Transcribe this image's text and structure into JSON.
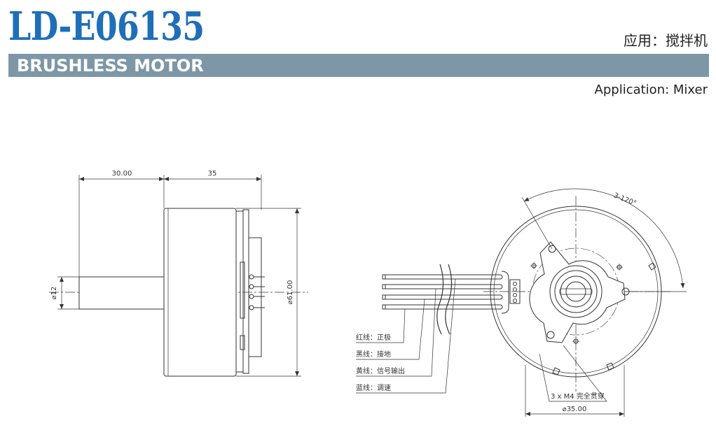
{
  "header": {
    "model": "LD-E06135",
    "application_cn": "应用：搅拌机",
    "category": "BRUSHLESS MOTOR",
    "application_en": "Application: Mixer"
  },
  "side_view": {
    "dim_shaft_length": "30.00",
    "dim_body_length": "35",
    "dim_shaft_dia": "⌀12",
    "dim_body_dia": "⌀61.00"
  },
  "front_view": {
    "dim_angle": "3-120°",
    "dim_pcd": "⌀35.00",
    "hole_note": "3 x  M4 完全贯穿",
    "wire_red": "红线：正极",
    "wire_black": "黑线：接地",
    "wire_yellow": "黄线：信号输出",
    "wire_blue": "蓝线：调速"
  },
  "colors": {
    "model": "#1e6fb8",
    "banner": "#7d97a6",
    "line": "#333333"
  }
}
